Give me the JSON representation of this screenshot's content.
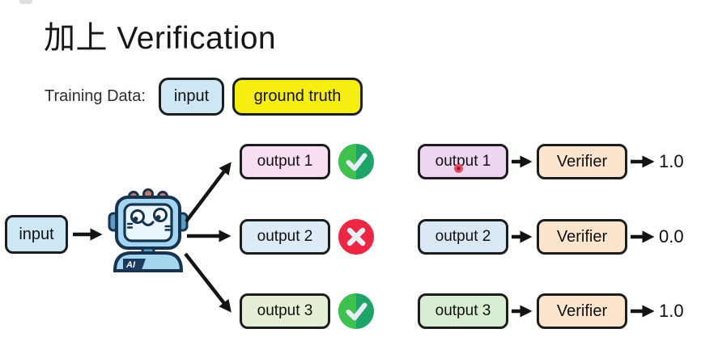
{
  "title": "加上 Verification",
  "training_data": {
    "label": "Training Data:",
    "input_chip": "input",
    "ground_truth_chip": "ground truth"
  },
  "pipeline": {
    "input_label": "input",
    "robot_badge": "AI"
  },
  "outputs": [
    {
      "label": "output 1",
      "judgement": "correct"
    },
    {
      "label": "output 2",
      "judgement": "incorrect"
    },
    {
      "label": "output 3",
      "judgement": "correct"
    }
  ],
  "verification_rows": [
    {
      "output_label": "output 1",
      "verifier_label": "Verifier",
      "score": "1.0"
    },
    {
      "output_label": "output 2",
      "verifier_label": "Verifier",
      "score": "0.0"
    },
    {
      "output_label": "output 3",
      "verifier_label": "Verifier",
      "score": "1.0"
    }
  ],
  "icons": {
    "correct": "check-circle-icon",
    "incorrect": "x-circle-icon",
    "robot": "ai-robot-icon"
  },
  "colors": {
    "input_box": "#cde7f5",
    "ground_truth_box": "#f6ee0e",
    "output1_box": "#f8def0",
    "output2_box": "#dcebf5",
    "output3_box": "#e4efd5",
    "output1_box_right": "#eed5f1",
    "output2_box_right": "#dae8f4",
    "output3_box_right": "#d9edd3",
    "verifier_box": "#fbe5ce",
    "check_green_dark": "#1ca567",
    "check_green_light": "#3ec24d",
    "cross_red": "#ee2543",
    "border": "#1d1d1d"
  }
}
